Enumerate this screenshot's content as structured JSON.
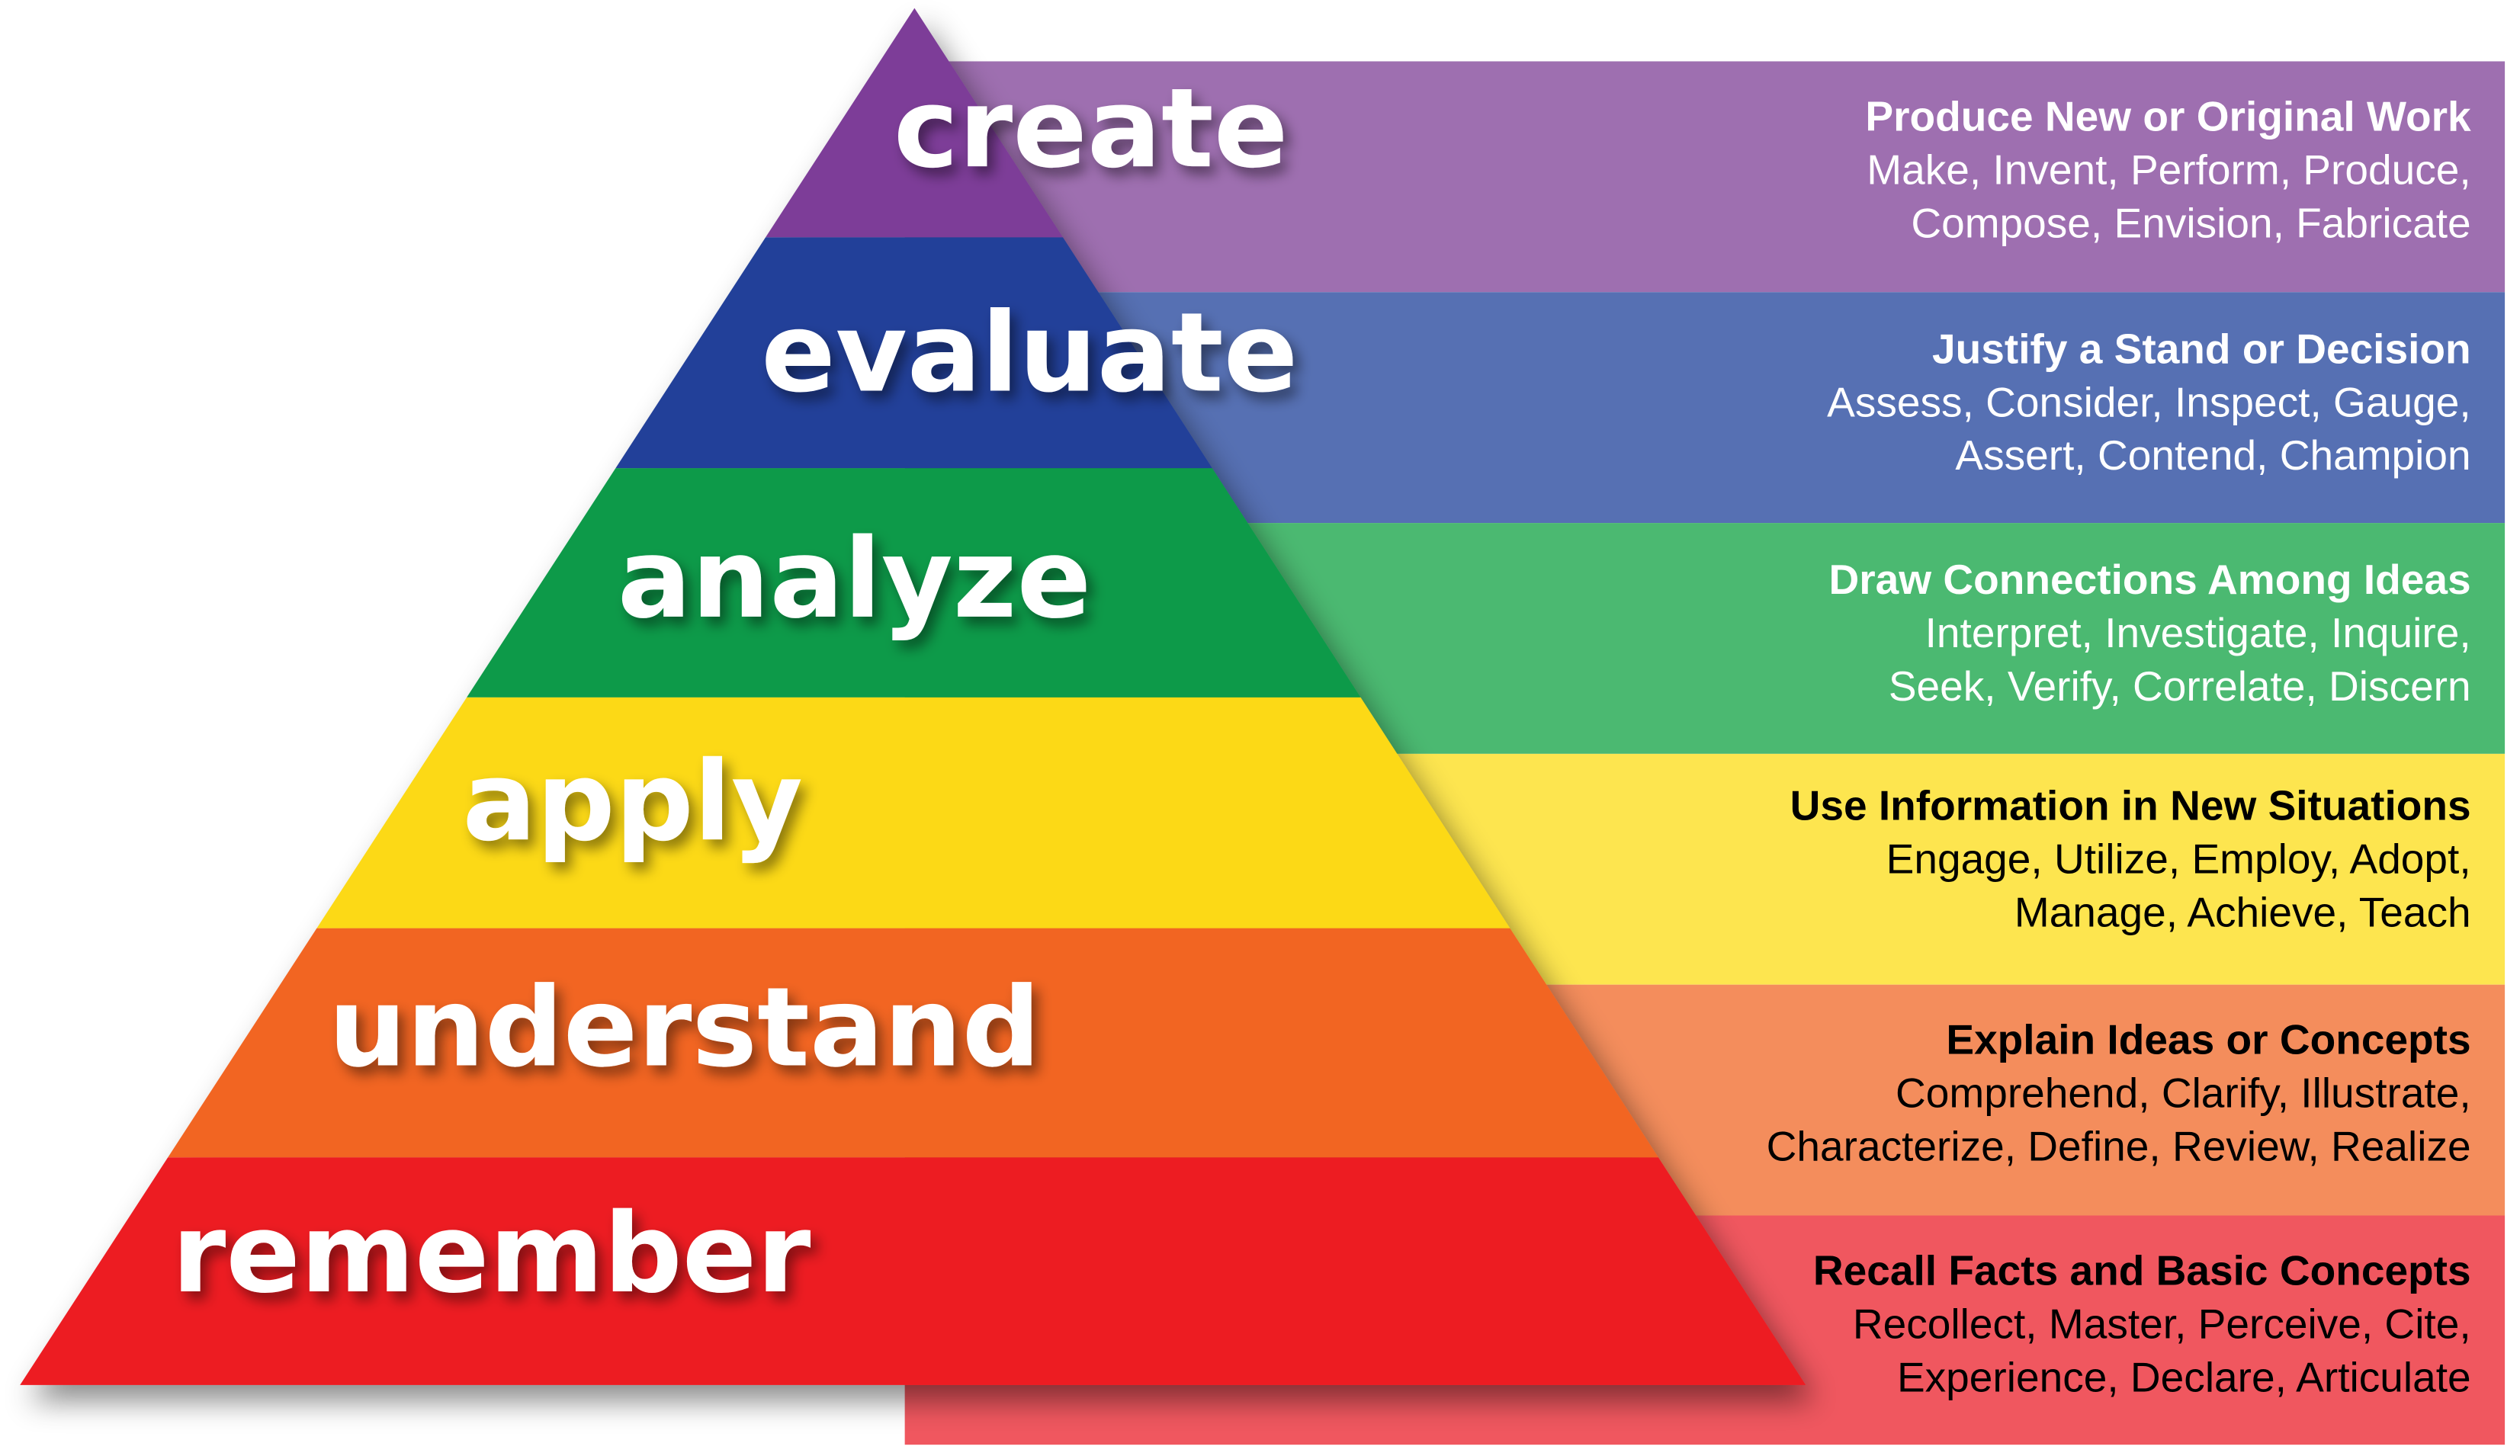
{
  "title": "Bloom's Taxonomy",
  "levels": [
    {
      "name": "create",
      "heading": "Produce New or Original Work",
      "line1": "Make, Invent, Perform, Produce,",
      "line2": "Compose, Envision, Fabricate",
      "color": "#7d3c98",
      "band_color": "#9e6fb0"
    },
    {
      "name": "evaluate",
      "heading": "Justify a Stand or Decision",
      "line1": "Assess, Consider, Inspect, Gauge,",
      "line2": "Assert, Contend, Champion",
      "color": "#213f99",
      "band_color": "#5670b3"
    },
    {
      "name": "analyze",
      "heading": "Draw Connections Among Ideas",
      "line1": "Interpret, Investigate, Inquire,",
      "line2": "Seek, Verify, Correlate, Discern",
      "color": "#0b9a48",
      "band_color": "#4bb971"
    },
    {
      "name": "apply",
      "heading": "Use Information in New Situations",
      "line1": "Engage, Utilize, Employ, Adopt,",
      "line2": "Manage, Achieve, Teach",
      "color": "#fcd917",
      "band_color": "#fde54f"
    },
    {
      "name": "understand",
      "heading": "Explain Ideas or Concepts",
      "line1": "Comprehend, Clarify, Illustrate,",
      "line2": "Characterize, Define, Review, Realize",
      "color": "#f26522",
      "band_color": "#f48d5c"
    },
    {
      "name": "remember",
      "heading": "Recall Facts and Basic Concepts",
      "line1": "Recollect, Master, Perceive, Cite,",
      "line2": "Experience, Declare, Articulate",
      "color": "#ed1c24",
      "band_color": "#f0575f"
    }
  ]
}
